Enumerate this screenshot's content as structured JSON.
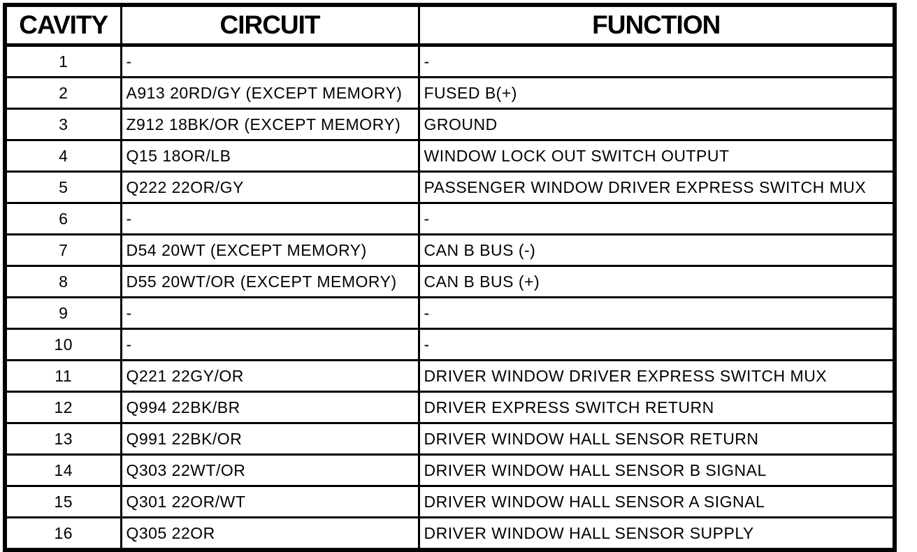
{
  "page": {
    "background_color": "#ffffff",
    "border_color": "#000000",
    "text_color": "#000000"
  },
  "table": {
    "columns": [
      {
        "key": "cavity",
        "label": "CAVITY"
      },
      {
        "key": "circuit",
        "label": "CIRCUIT"
      },
      {
        "key": "function",
        "label": "FUNCTION"
      }
    ],
    "rows": [
      {
        "cavity": "1",
        "circuit": "-",
        "function": "-"
      },
      {
        "cavity": "2",
        "circuit": "A913 20RD/GY (EXCEPT MEMORY)",
        "function": "FUSED B(+)"
      },
      {
        "cavity": "3",
        "circuit": "Z912 18BK/OR (EXCEPT MEMORY)",
        "function": "GROUND"
      },
      {
        "cavity": "4",
        "circuit": "Q15 18OR/LB",
        "function": "WINDOW LOCK OUT SWITCH OUTPUT"
      },
      {
        "cavity": "5",
        "circuit": "Q222 22OR/GY",
        "function": "PASSENGER WINDOW DRIVER EXPRESS SWITCH MUX"
      },
      {
        "cavity": "6",
        "circuit": "-",
        "function": "-"
      },
      {
        "cavity": "7",
        "circuit": "D54 20WT (EXCEPT MEMORY)",
        "function": "CAN B BUS (-)"
      },
      {
        "cavity": "8",
        "circuit": "D55 20WT/OR (EXCEPT MEMORY)",
        "function": "CAN B BUS (+)"
      },
      {
        "cavity": "9",
        "circuit": "-",
        "function": "-"
      },
      {
        "cavity": "10",
        "circuit": "-",
        "function": "-"
      },
      {
        "cavity": "11",
        "circuit": "Q221 22GY/OR",
        "function": "DRIVER WINDOW DRIVER EXPRESS SWITCH MUX"
      },
      {
        "cavity": "12",
        "circuit": "Q994 22BK/BR",
        "function": "DRIVER EXPRESS SWITCH RETURN"
      },
      {
        "cavity": "13",
        "circuit": "Q991 22BK/OR",
        "function": "DRIVER WINDOW HALL SENSOR RETURN"
      },
      {
        "cavity": "14",
        "circuit": "Q303 22WT/OR",
        "function": "DRIVER WINDOW HALL SENSOR B SIGNAL"
      },
      {
        "cavity": "15",
        "circuit": "Q301 22OR/WT",
        "function": "DRIVER WINDOW HALL SENSOR A SIGNAL"
      },
      {
        "cavity": "16",
        "circuit": "Q305 22OR",
        "function": "DRIVER WINDOW HALL SENSOR SUPPLY"
      }
    ]
  }
}
